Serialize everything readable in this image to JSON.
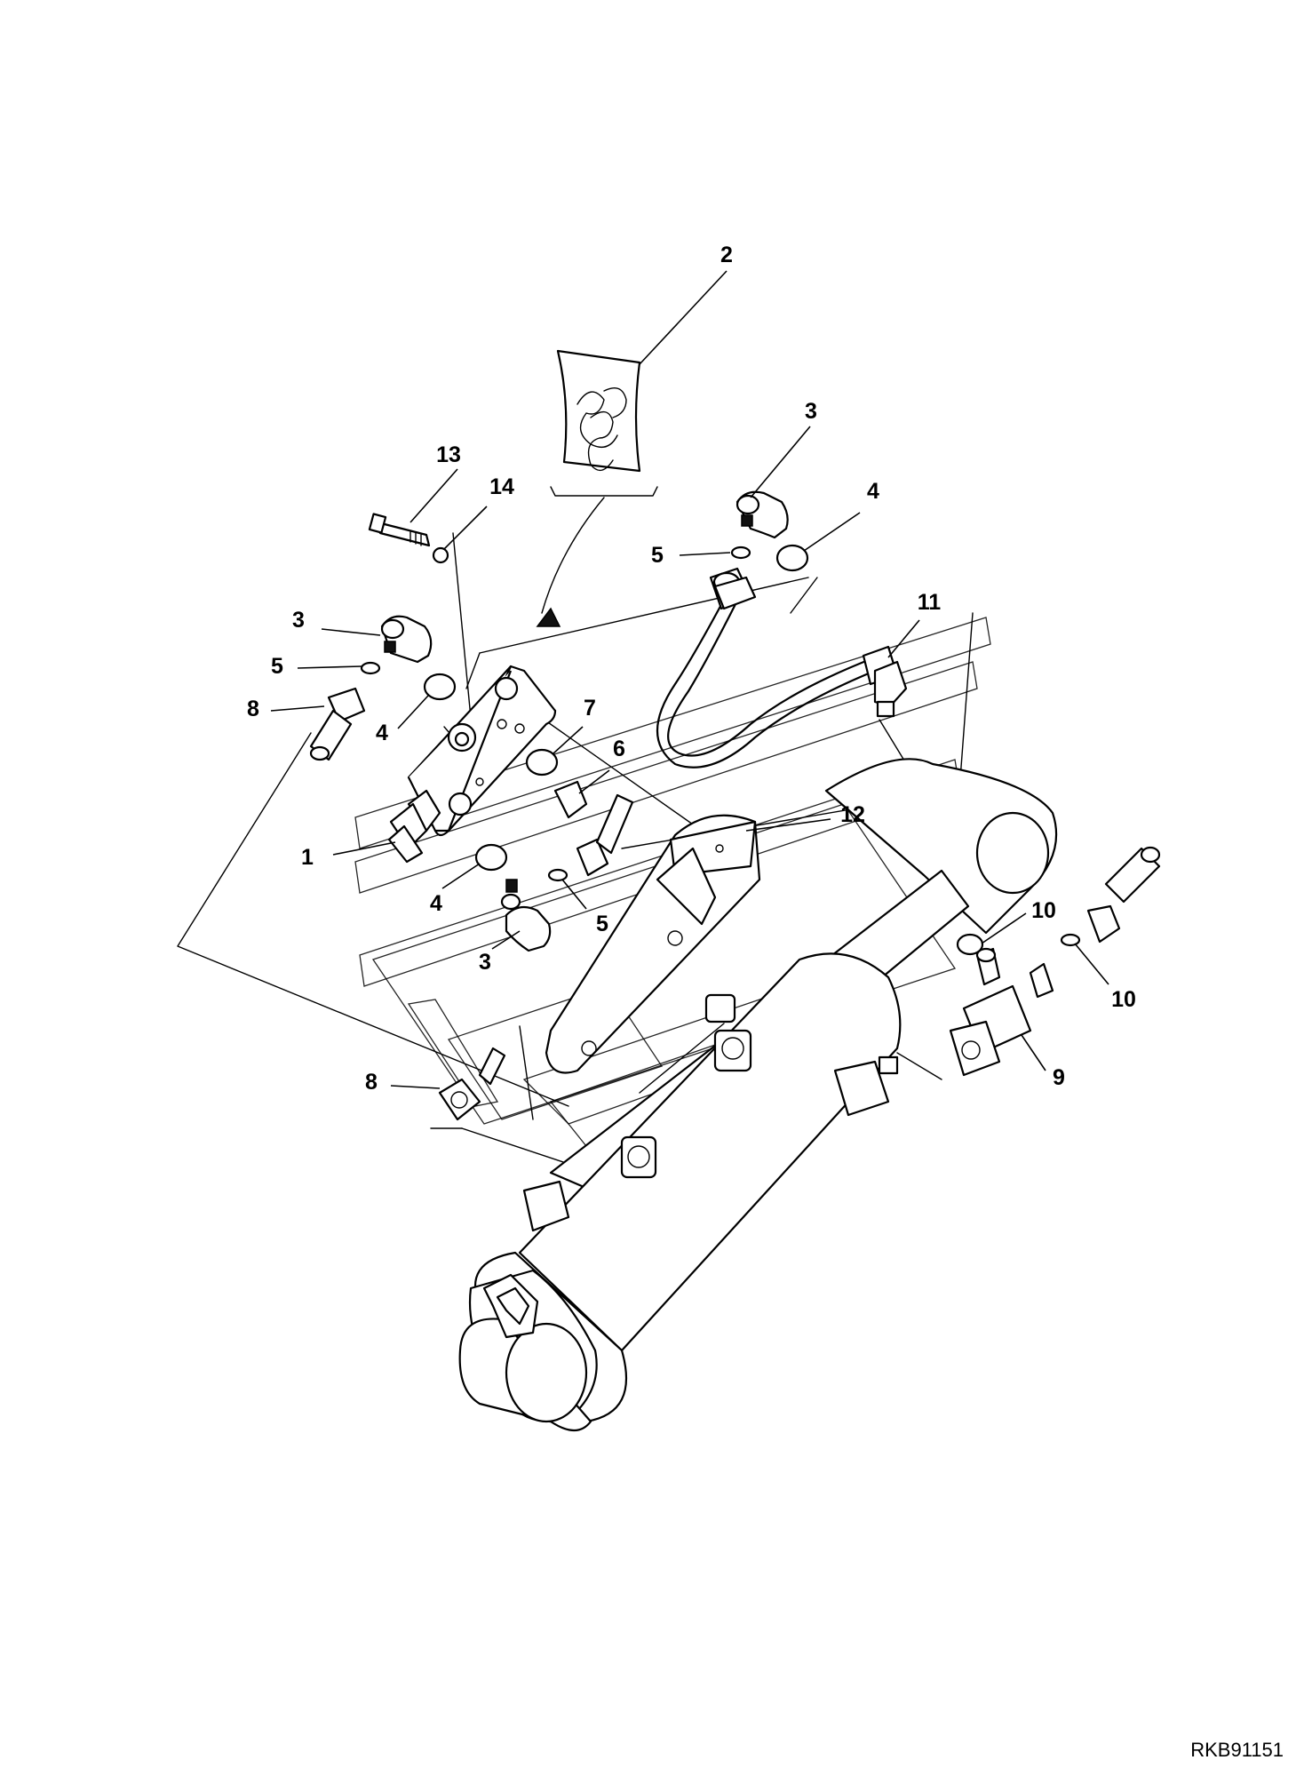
{
  "callouts": {
    "c1": "1",
    "c2": "2",
    "c3a": "3",
    "c3b": "3",
    "c3c": "3",
    "c4a": "4",
    "c4b": "4",
    "c4c": "4",
    "c5a": "5",
    "c5b": "5",
    "c5c": "5",
    "c6": "6",
    "c7": "7",
    "c8a": "8",
    "c8b": "8",
    "c9": "9",
    "c10a": "10",
    "c10b": "10",
    "c11": "11",
    "c12": "12",
    "c13": "13",
    "c14": "14"
  },
  "drawing_number": "RKB91151"
}
